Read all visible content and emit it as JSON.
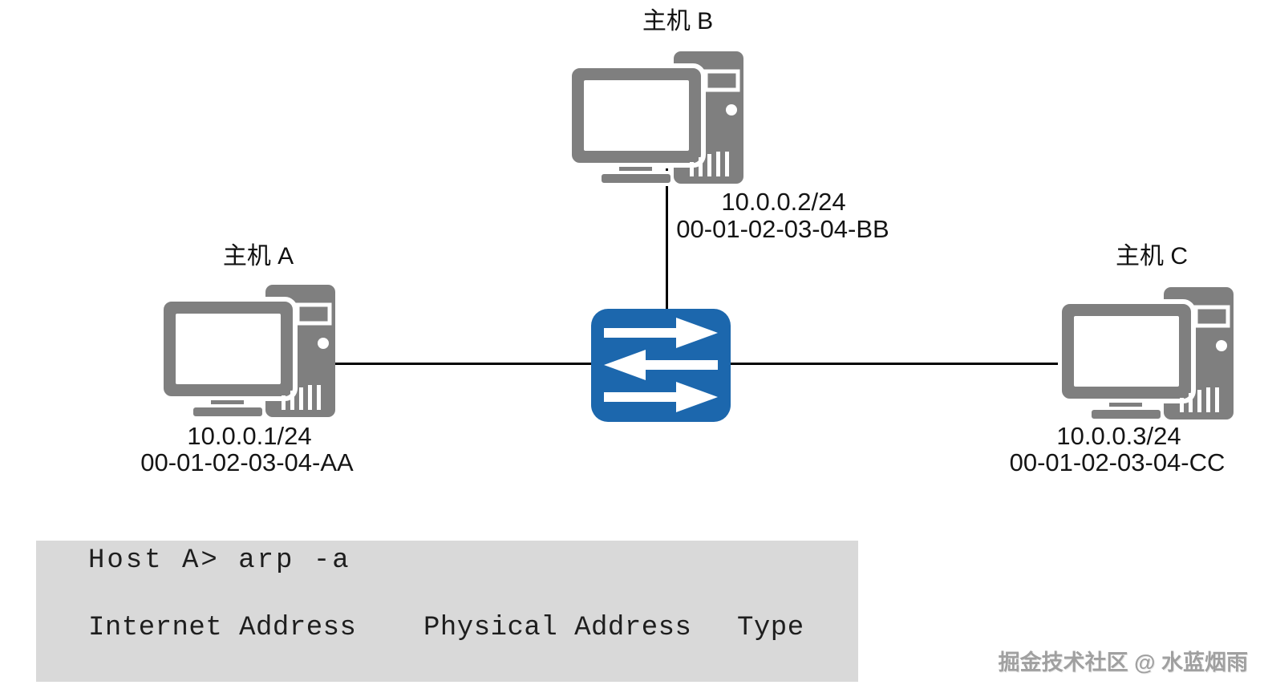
{
  "diagram": {
    "hosts": [
      {
        "name": "主机 A",
        "ip": "10.0.0.1/24",
        "mac": "00-01-02-03-04-AA"
      },
      {
        "name": "主机 B",
        "ip": "10.0.0.2/24",
        "mac": "00-01-02-03-04-BB"
      },
      {
        "name": "主机 C",
        "ip": "10.0.0.3/24",
        "mac": "00-01-02-03-04-CC"
      }
    ],
    "switch": {
      "type": "ethernet-switch"
    },
    "connections": [
      {
        "from": "主机 A",
        "to": "switch"
      },
      {
        "from": "主机 B",
        "to": "switch"
      },
      {
        "from": "主机 C",
        "to": "switch"
      }
    ]
  },
  "terminal": {
    "command_line": "Host A> arp -a",
    "columns": [
      "Internet Address",
      "Physical Address",
      "Type"
    ]
  },
  "watermark": "掘金技术社区 @ 水蓝烟雨",
  "colors": {
    "host_icon": "#7f7f7f",
    "switch_blue": "#1c67ad",
    "connector": "#000000",
    "terminal_bg": "#d9d9d9"
  }
}
